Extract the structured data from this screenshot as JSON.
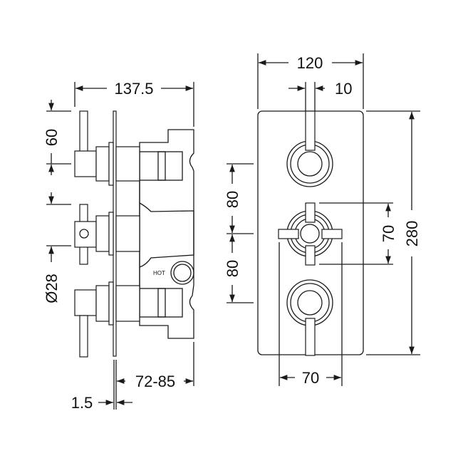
{
  "drawing": {
    "side_view": {
      "width_label": "137.5",
      "lever_spacing_label": "60",
      "knob_diameter_label": "Ø28",
      "depth_label": "72-85",
      "plate_thickness_label": "1.5",
      "inlet_label": "HOT"
    },
    "front_view": {
      "width_label": "120",
      "lever_width_label": "10",
      "height_label": "280",
      "upper_spacing_label": "80",
      "lower_spacing_label": "80",
      "cross_height_label": "70",
      "cross_width_label": "70"
    }
  }
}
